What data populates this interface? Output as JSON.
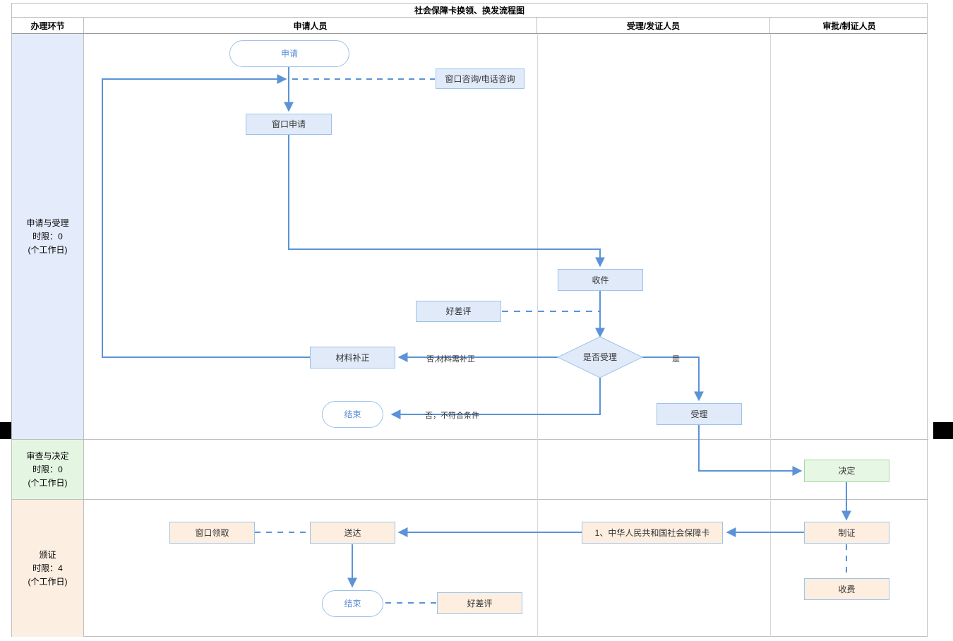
{
  "title": "社会保障卡换领、换发流程图",
  "columns": [
    {
      "key": "stage",
      "label": "办理环节"
    },
    {
      "key": "applicant",
      "label": "申请人员"
    },
    {
      "key": "accept",
      "label": "受理/发证人员"
    },
    {
      "key": "approve",
      "label": "审批/制证人员"
    }
  ],
  "stages": [
    {
      "name": "申请与受理",
      "limit": "时限：0",
      "unit": "(个工作日)",
      "color": "#e4ebfa"
    },
    {
      "name": "审查与决定",
      "limit": "时限：0",
      "unit": "(个工作日)",
      "color": "#e4f6e2"
    },
    {
      "name": "颁证",
      "limit": "时限：4",
      "unit": "(个工作日)",
      "color": "#fdeee2"
    }
  ],
  "nodes": [
    {
      "id": "apply",
      "label": "申请",
      "shape": "oval",
      "style": "blue"
    },
    {
      "id": "consult",
      "label": "窗口咨询/电话咨询",
      "shape": "rect",
      "style": "blue"
    },
    {
      "id": "window-apply",
      "label": "窗口申请",
      "shape": "rect",
      "style": "blue"
    },
    {
      "id": "receive",
      "label": "收件",
      "shape": "rect",
      "style": "blue"
    },
    {
      "id": "review-1",
      "label": "好差评",
      "shape": "rect",
      "style": "blue"
    },
    {
      "id": "decide-accept",
      "label": "是否受理",
      "shape": "diamond",
      "style": "blue"
    },
    {
      "id": "supplement",
      "label": "材料补正",
      "shape": "rect",
      "style": "blue"
    },
    {
      "id": "end-1",
      "label": "结束",
      "shape": "oval",
      "style": "blue"
    },
    {
      "id": "accept",
      "label": "受理",
      "shape": "rect",
      "style": "blue"
    },
    {
      "id": "decision",
      "label": "决定",
      "shape": "rect",
      "style": "green"
    },
    {
      "id": "make-card",
      "label": "制证",
      "shape": "rect",
      "style": "peach"
    },
    {
      "id": "fee",
      "label": "收费",
      "shape": "rect",
      "style": "peach"
    },
    {
      "id": "cert-item",
      "label": "1、中华人民共和国社会保障卡",
      "shape": "rect",
      "style": "peach"
    },
    {
      "id": "deliver",
      "label": "送达",
      "shape": "rect",
      "style": "peach"
    },
    {
      "id": "window-pick",
      "label": "窗口领取",
      "shape": "rect",
      "style": "peach"
    },
    {
      "id": "end-2",
      "label": "结束",
      "shape": "oval",
      "style": "peach"
    },
    {
      "id": "review-2",
      "label": "好差评",
      "shape": "rect",
      "style": "peach"
    }
  ],
  "edge_labels": [
    {
      "id": "no-supplement",
      "label": "否,材料需补正"
    },
    {
      "id": "yes",
      "label": "是"
    },
    {
      "id": "no-ineligible",
      "label": "否，不符合条件"
    }
  ],
  "colors": {
    "line": "#5b93d6",
    "blue_fill": "#e0eaf9",
    "green_fill": "#e6f7e4",
    "peach_fill": "#fdeee0",
    "border": "#9dc3ea",
    "oval_text": "#5b8fd4",
    "stage_blue": "#e4ebfa",
    "stage_green": "#e4f6e2",
    "stage_peach": "#fdeee2"
  }
}
